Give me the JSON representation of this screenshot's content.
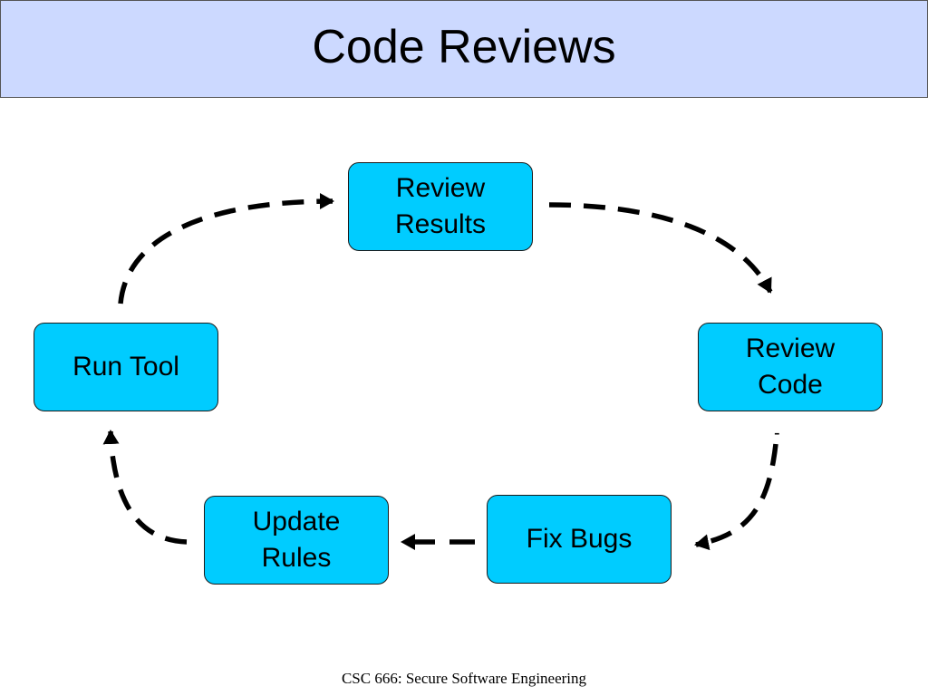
{
  "slide": {
    "title": "Code Reviews",
    "footer": "CSC 666: Secure Software Engineering",
    "stray_mark": "-"
  },
  "diagram": {
    "type": "cycle",
    "nodes": [
      {
        "id": "review-results",
        "label": "Review\nResults"
      },
      {
        "id": "review-code",
        "label": "Review\nCode"
      },
      {
        "id": "fix-bugs",
        "label": "Fix Bugs"
      },
      {
        "id": "update-rules",
        "label": "Update\nRules"
      },
      {
        "id": "run-tool",
        "label": "Run Tool"
      }
    ],
    "edges": [
      {
        "from": "review-results",
        "to": "review-code",
        "style": "dashed"
      },
      {
        "from": "review-code",
        "to": "fix-bugs",
        "style": "dashed"
      },
      {
        "from": "fix-bugs",
        "to": "update-rules",
        "style": "dashed"
      },
      {
        "from": "update-rules",
        "to": "run-tool",
        "style": "dashed"
      },
      {
        "from": "run-tool",
        "to": "review-results",
        "style": "dashed"
      }
    ]
  },
  "colors": {
    "title_background": "#ccd9ff",
    "node_fill": "#00ccff",
    "arrow": "#000000"
  }
}
